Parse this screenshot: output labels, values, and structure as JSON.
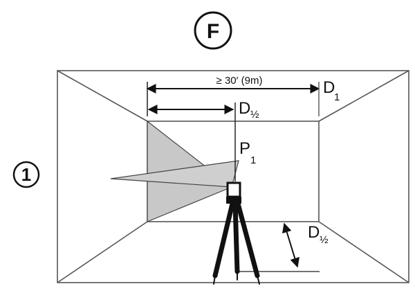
{
  "figure": {
    "section_letter": "F",
    "step_number": "1",
    "distance_label": "≥ 30′ (9m)",
    "point_d1": {
      "letter": "D",
      "subscript": "1"
    },
    "point_d_half_top": {
      "letter": "D",
      "subscript": "½"
    },
    "point_d_half_right": {
      "letter": "D",
      "subscript": "½"
    },
    "point_p1": {
      "letter": "P",
      "subscript": "1"
    }
  },
  "colors": {
    "line": "#222222",
    "room_line": "#555555",
    "laser_plane": "#c8c8c8",
    "background": "#ffffff"
  }
}
